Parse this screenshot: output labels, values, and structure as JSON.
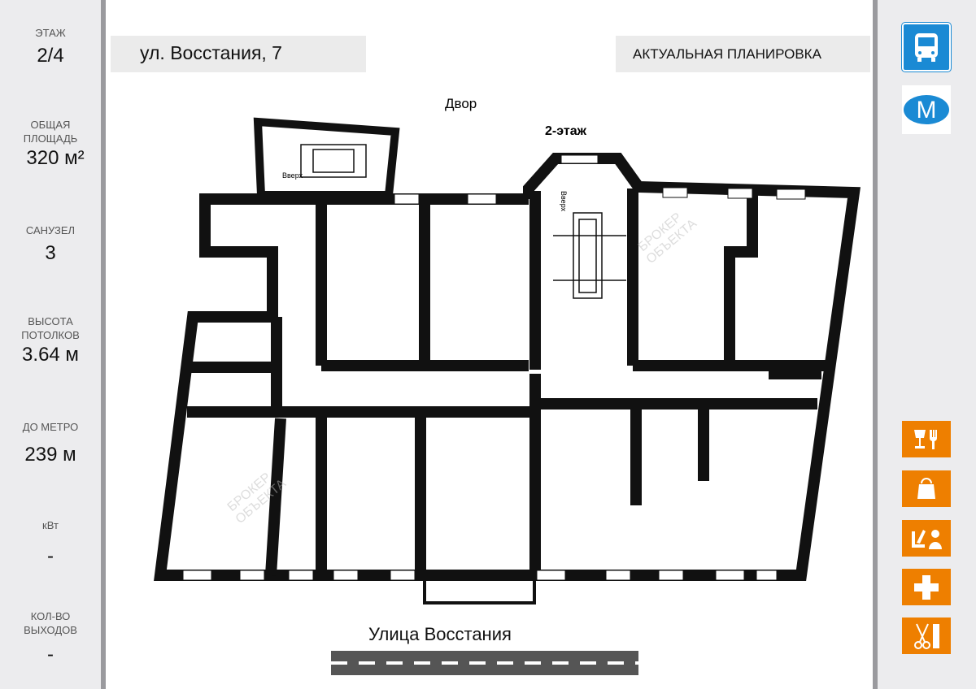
{
  "stats": [
    {
      "label": "ЭТАЖ",
      "value": "2/4"
    },
    {
      "label": "ОБЩАЯ ПЛОЩАДЬ",
      "value": "320 м²"
    },
    {
      "label": "САНУЗЕЛ",
      "value": "3"
    },
    {
      "label": "ВЫСОТА ПОТОЛКОВ",
      "value": "3.64 м"
    },
    {
      "label": "ДО МЕТРО",
      "value": "239 м"
    },
    {
      "label": "кВт",
      "value": "-"
    },
    {
      "label": "КОЛ-ВО ВЫХОДОВ",
      "value": "-"
    }
  ],
  "header": {
    "address": "ул. Восстания, 7",
    "plan_label": "АКТУАЛЬНАЯ ПЛАНИРОВКА"
  },
  "plan": {
    "yard": "Двор",
    "floor": "2-этаж",
    "up1": "Вверх",
    "up2": "Вверх",
    "street": "Улица Восстания",
    "watermark1": "БРОКЕР",
    "watermark2": "ОБЪЕКТА"
  },
  "icons": {
    "metro_letter": "M"
  },
  "colors": {
    "transport": "#1a8ad4",
    "amenity": "#ee7f00"
  }
}
